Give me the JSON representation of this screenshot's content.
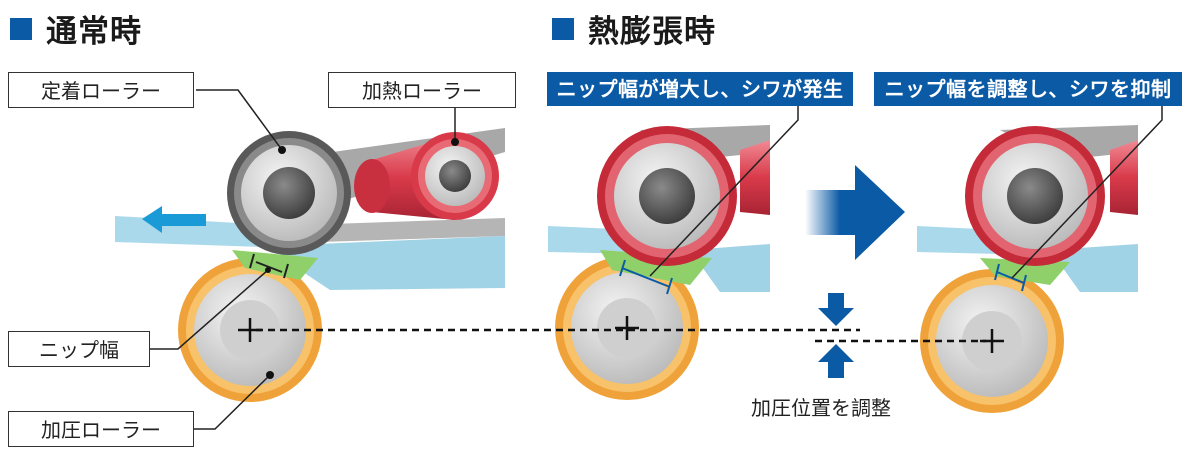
{
  "headings": {
    "normal": "通常時",
    "thermal": "熱膨張時"
  },
  "labels": {
    "fixing_roller": "定着ローラー",
    "heating_roller": "加熱ローラー",
    "nip_width": "ニップ幅",
    "pressure_roller": "加圧ローラー",
    "nip_increase": "ニップ幅が増大し、シワが発生",
    "nip_adjust": "ニップ幅を調整し、シワを抑制",
    "pressure_adjust": "加圧位置を調整"
  },
  "colors": {
    "accent_blue": "#0b5aa6",
    "paper": "#9fd3e6",
    "fixing_gray": "#6b6b6b",
    "heating_red": "#d93a4a",
    "pressure_orange": "#f0a23a",
    "nip_green": "#8fd06a"
  },
  "icons": [
    "arrow-left-icon",
    "arrow-right-icon",
    "arrow-down-icon",
    "arrow-up-icon",
    "crosshair-icon"
  ]
}
